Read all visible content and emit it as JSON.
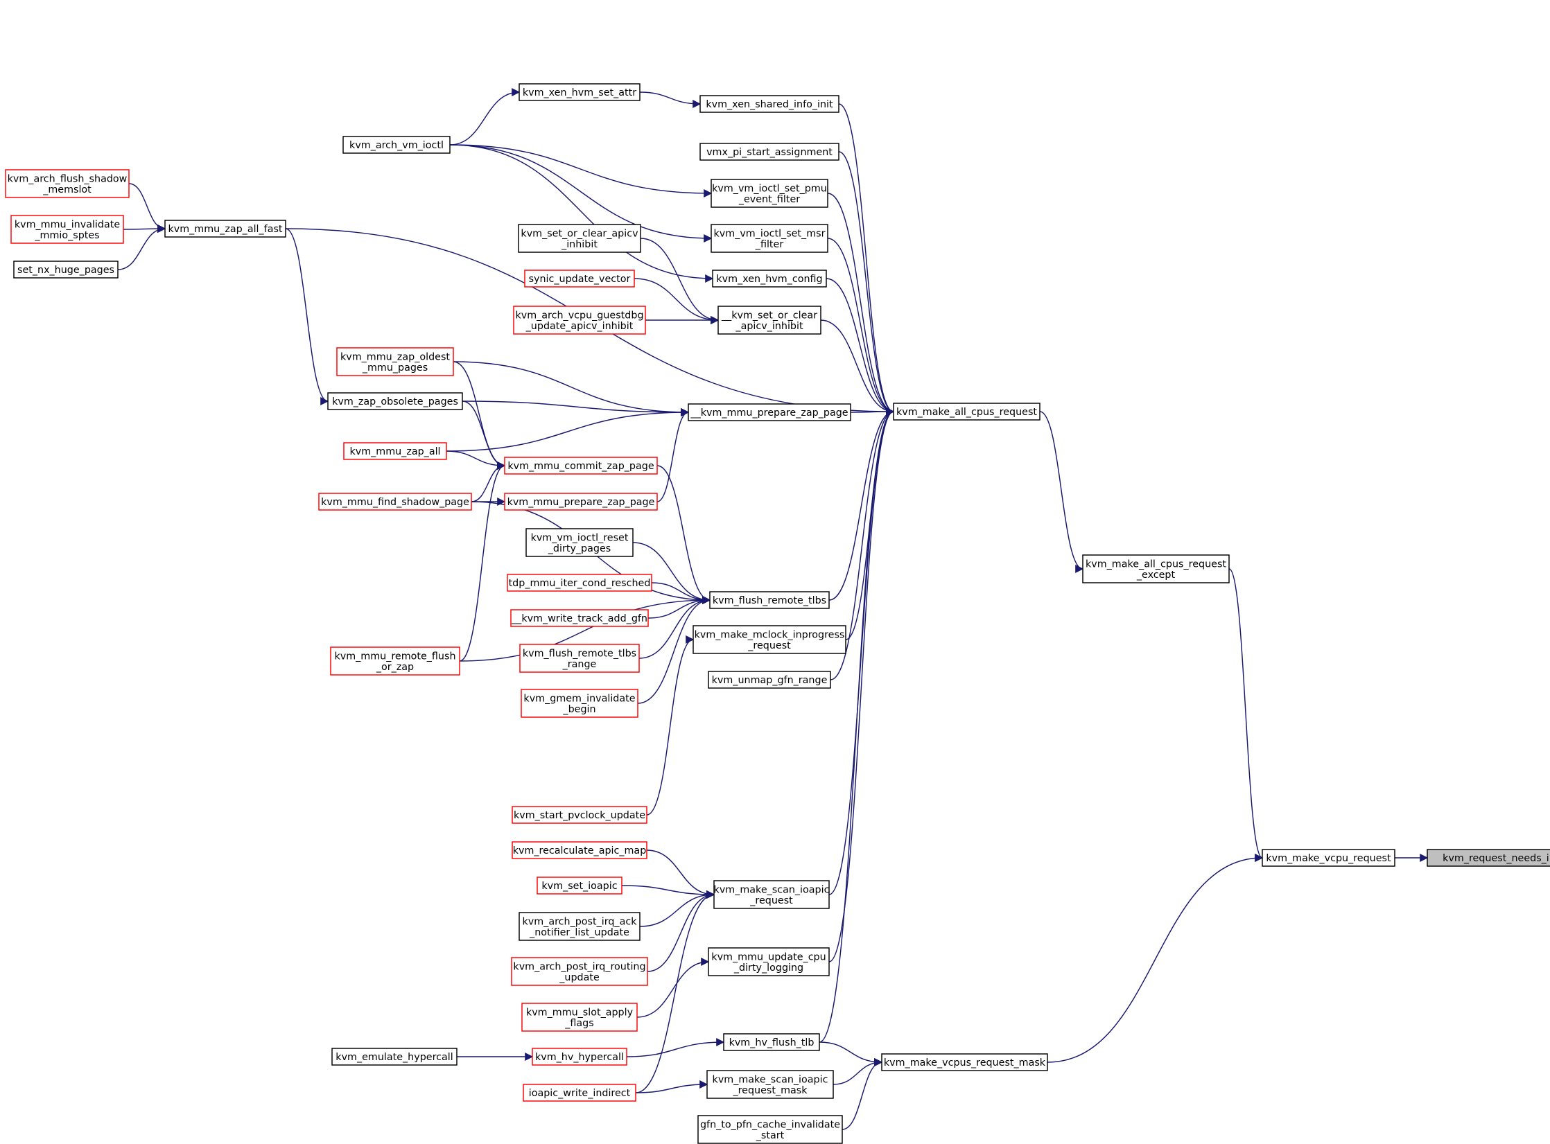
{
  "colors": {
    "edge": "#191970",
    "black_border": "#000000",
    "red_border": "#ff0000",
    "focus_fill": "#bfbfbf",
    "node_fill": "#ffffff"
  },
  "nodes": [
    {
      "id": "n_request_needs_ipi",
      "lines": [
        "kvm_request_needs_ipi"
      ],
      "border": "black",
      "focus": true
    },
    {
      "id": "n_make_vcpu_request",
      "lines": [
        "kvm_make_vcpu_request"
      ],
      "border": "black"
    },
    {
      "id": "n_make_all_cpus_request_except",
      "lines": [
        "kvm_make_all_cpus_request",
        "_except"
      ],
      "border": "black"
    },
    {
      "id": "n_make_vcpus_request_mask",
      "lines": [
        "kvm_make_vcpus_request_mask"
      ],
      "border": "black"
    },
    {
      "id": "n_make_all_cpus_request",
      "lines": [
        "kvm_make_all_cpus_request"
      ],
      "border": "black"
    },
    {
      "id": "n_xen_shared_info_init",
      "lines": [
        "kvm_xen_shared_info_init"
      ],
      "border": "black"
    },
    {
      "id": "n_xen_hvm_set_attr",
      "lines": [
        "kvm_xen_hvm_set_attr"
      ],
      "border": "black"
    },
    {
      "id": "n_arch_vm_ioctl",
      "lines": [
        "kvm_arch_vm_ioctl"
      ],
      "border": "black"
    },
    {
      "id": "n_vmx_pi_start_assignment",
      "lines": [
        "vmx_pi_start_assignment"
      ],
      "border": "black"
    },
    {
      "id": "n_vm_ioctl_set_pmu_event_filter",
      "lines": [
        "kvm_vm_ioctl_set_pmu",
        "_event_filter"
      ],
      "border": "black"
    },
    {
      "id": "n_vm_ioctl_set_msr_filter",
      "lines": [
        "kvm_vm_ioctl_set_msr",
        "_filter"
      ],
      "border": "black"
    },
    {
      "id": "n_xen_hvm_config",
      "lines": [
        "kvm_xen_hvm_config"
      ],
      "border": "black"
    },
    {
      "id": "n_set_or_clear_apicv_inhibit_u",
      "lines": [
        "__kvm_set_or_clear",
        "_apicv_inhibit"
      ],
      "border": "black"
    },
    {
      "id": "n_set_or_clear_apicv_inhibit",
      "lines": [
        "kvm_set_or_clear_apicv",
        "_inhibit"
      ],
      "border": "black"
    },
    {
      "id": "n_synic_update_vector",
      "lines": [
        "synic_update_vector"
      ],
      "border": "red"
    },
    {
      "id": "n_arch_vcpu_guestdbg",
      "lines": [
        "kvm_arch_vcpu_guestdbg",
        "_update_apicv_inhibit"
      ],
      "border": "red"
    },
    {
      "id": "n_mmu_prepare_zap_page_u",
      "lines": [
        "__kvm_mmu_prepare_zap_page"
      ],
      "border": "black"
    },
    {
      "id": "n_mmu_zap_oldest_mmu_pages",
      "lines": [
        "kvm_mmu_zap_oldest",
        "_mmu_pages"
      ],
      "border": "red"
    },
    {
      "id": "n_zap_obsolete_pages",
      "lines": [
        "kvm_zap_obsolete_pages"
      ],
      "border": "black"
    },
    {
      "id": "n_mmu_zap_all",
      "lines": [
        "kvm_mmu_zap_all"
      ],
      "border": "red"
    },
    {
      "id": "n_mmu_commit_zap_page",
      "lines": [
        "kvm_mmu_commit_zap_page"
      ],
      "border": "red"
    },
    {
      "id": "n_mmu_find_shadow_page",
      "lines": [
        "kvm_mmu_find_shadow_page"
      ],
      "border": "red"
    },
    {
      "id": "n_mmu_prepare_zap_page",
      "lines": [
        "kvm_mmu_prepare_zap_page"
      ],
      "border": "red"
    },
    {
      "id": "n_mmu_zap_all_fast",
      "lines": [
        "kvm_mmu_zap_all_fast"
      ],
      "border": "black"
    },
    {
      "id": "n_arch_flush_shadow_memslot",
      "lines": [
        "kvm_arch_flush_shadow",
        "_memslot"
      ],
      "border": "red"
    },
    {
      "id": "n_mmu_invalidate_mmio_sptes",
      "lines": [
        "kvm_mmu_invalidate",
        "_mmio_sptes"
      ],
      "border": "red"
    },
    {
      "id": "n_set_nx_huge_pages",
      "lines": [
        "set_nx_huge_pages"
      ],
      "border": "black"
    },
    {
      "id": "n_flush_remote_tlbs",
      "lines": [
        "kvm_flush_remote_tlbs"
      ],
      "border": "black"
    },
    {
      "id": "n_vm_ioctl_reset_dirty_pages",
      "lines": [
        "kvm_vm_ioctl_reset",
        "_dirty_pages"
      ],
      "border": "black"
    },
    {
      "id": "n_tdp_mmu_iter_cond_resched",
      "lines": [
        "tdp_mmu_iter_cond_resched"
      ],
      "border": "red"
    },
    {
      "id": "n_write_track_add_gfn",
      "lines": [
        "__kvm_write_track_add_gfn"
      ],
      "border": "red"
    },
    {
      "id": "n_flush_remote_tlbs_range",
      "lines": [
        "kvm_flush_remote_tlbs",
        "_range"
      ],
      "border": "red"
    },
    {
      "id": "n_gmem_invalidate_begin",
      "lines": [
        "kvm_gmem_invalidate",
        "_begin"
      ],
      "border": "red"
    },
    {
      "id": "n_mmu_remote_flush_or_zap",
      "lines": [
        "kvm_mmu_remote_flush",
        "_or_zap"
      ],
      "border": "red"
    },
    {
      "id": "n_make_mclock_inprogress_request",
      "lines": [
        "kvm_make_mclock_inprogress",
        "_request"
      ],
      "border": "black"
    },
    {
      "id": "n_unmap_gfn_range",
      "lines": [
        "kvm_unmap_gfn_range"
      ],
      "border": "black"
    },
    {
      "id": "n_start_pvclock_update",
      "lines": [
        "kvm_start_pvclock_update"
      ],
      "border": "red"
    },
    {
      "id": "n_make_scan_ioapic_request",
      "lines": [
        "kvm_make_scan_ioapic",
        "_request"
      ],
      "border": "black"
    },
    {
      "id": "n_recalculate_apic_map",
      "lines": [
        "kvm_recalculate_apic_map"
      ],
      "border": "red"
    },
    {
      "id": "n_set_ioapic",
      "lines": [
        "kvm_set_ioapic"
      ],
      "border": "red"
    },
    {
      "id": "n_arch_post_irq_ack",
      "lines": [
        "kvm_arch_post_irq_ack",
        "_notifier_list_update"
      ],
      "border": "black"
    },
    {
      "id": "n_arch_post_irq_routing",
      "lines": [
        "kvm_arch_post_irq_routing",
        "_update"
      ],
      "border": "red"
    },
    {
      "id": "n_mmu_update_cpu_dirty_logging",
      "lines": [
        "kvm_mmu_update_cpu",
        "_dirty_logging"
      ],
      "border": "black"
    },
    {
      "id": "n_mmu_slot_apply_flags",
      "lines": [
        "kvm_mmu_slot_apply",
        "_flags"
      ],
      "border": "red"
    },
    {
      "id": "n_hv_flush_tlb",
      "lines": [
        "kvm_hv_flush_tlb"
      ],
      "border": "black"
    },
    {
      "id": "n_hv_hypercall",
      "lines": [
        "kvm_hv_hypercall"
      ],
      "border": "red"
    },
    {
      "id": "n_emulate_hypercall",
      "lines": [
        "kvm_emulate_hypercall"
      ],
      "border": "black"
    },
    {
      "id": "n_make_scan_ioapic_request_mask",
      "lines": [
        "kvm_make_scan_ioapic",
        "_request_mask"
      ],
      "border": "black"
    },
    {
      "id": "n_ioapic_write_indirect",
      "lines": [
        "ioapic_write_indirect"
      ],
      "border": "red"
    },
    {
      "id": "n_gfn_to_pfn_cache_invalidate_start",
      "lines": [
        "gfn_to_pfn_cache_invalidate",
        "_start"
      ],
      "border": "black"
    }
  ],
  "edges": [
    {
      "from": "n_make_vcpu_request",
      "to": "n_request_needs_ipi"
    },
    {
      "from": "n_make_all_cpus_request_except",
      "to": "n_make_vcpu_request"
    },
    {
      "from": "n_make_vcpus_request_mask",
      "to": "n_make_vcpu_request"
    },
    {
      "from": "n_make_all_cpus_request",
      "to": "n_make_all_cpus_request_except"
    },
    {
      "from": "n_mmu_zap_all_fast",
      "to": "n_make_all_cpus_request"
    },
    {
      "from": "n_xen_shared_info_init",
      "to": "n_make_all_cpus_request"
    },
    {
      "from": "n_vmx_pi_start_assignment",
      "to": "n_make_all_cpus_request"
    },
    {
      "from": "n_vm_ioctl_set_pmu_event_filter",
      "to": "n_make_all_cpus_request"
    },
    {
      "from": "n_vm_ioctl_set_msr_filter",
      "to": "n_make_all_cpus_request"
    },
    {
      "from": "n_xen_hvm_config",
      "to": "n_make_all_cpus_request"
    },
    {
      "from": "n_set_or_clear_apicv_inhibit_u",
      "to": "n_make_all_cpus_request"
    },
    {
      "from": "n_mmu_prepare_zap_page_u",
      "to": "n_make_all_cpus_request"
    },
    {
      "from": "n_flush_remote_tlbs",
      "to": "n_make_all_cpus_request"
    },
    {
      "from": "n_make_mclock_inprogress_request",
      "to": "n_make_all_cpus_request"
    },
    {
      "from": "n_unmap_gfn_range",
      "to": "n_make_all_cpus_request"
    },
    {
      "from": "n_make_scan_ioapic_request",
      "to": "n_make_all_cpus_request"
    },
    {
      "from": "n_mmu_update_cpu_dirty_logging",
      "to": "n_make_all_cpus_request"
    },
    {
      "from": "n_hv_flush_tlb",
      "to": "n_make_all_cpus_request"
    },
    {
      "from": "n_xen_hvm_set_attr",
      "to": "n_xen_shared_info_init"
    },
    {
      "from": "n_arch_vm_ioctl",
      "to": "n_xen_hvm_set_attr"
    },
    {
      "from": "n_arch_vm_ioctl",
      "to": "n_vm_ioctl_set_pmu_event_filter"
    },
    {
      "from": "n_arch_vm_ioctl",
      "to": "n_vm_ioctl_set_msr_filter"
    },
    {
      "from": "n_arch_vm_ioctl",
      "to": "n_xen_hvm_config"
    },
    {
      "from": "n_set_or_clear_apicv_inhibit",
      "to": "n_set_or_clear_apicv_inhibit_u"
    },
    {
      "from": "n_synic_update_vector",
      "to": "n_set_or_clear_apicv_inhibit_u"
    },
    {
      "from": "n_arch_vcpu_guestdbg",
      "to": "n_set_or_clear_apicv_inhibit_u"
    },
    {
      "from": "n_mmu_zap_oldest_mmu_pages",
      "to": "n_mmu_prepare_zap_page_u"
    },
    {
      "from": "n_zap_obsolete_pages",
      "to": "n_mmu_prepare_zap_page_u"
    },
    {
      "from": "n_mmu_zap_all",
      "to": "n_mmu_prepare_zap_page_u"
    },
    {
      "from": "n_mmu_prepare_zap_page",
      "to": "n_mmu_prepare_zap_page_u"
    },
    {
      "from": "n_mmu_zap_all_fast",
      "to": "n_zap_obsolete_pages"
    },
    {
      "from": "n_arch_flush_shadow_memslot",
      "to": "n_mmu_zap_all_fast"
    },
    {
      "from": "n_mmu_invalidate_mmio_sptes",
      "to": "n_mmu_zap_all_fast"
    },
    {
      "from": "n_set_nx_huge_pages",
      "to": "n_mmu_zap_all_fast"
    },
    {
      "from": "n_mmu_zap_oldest_mmu_pages",
      "to": "n_mmu_commit_zap_page"
    },
    {
      "from": "n_zap_obsolete_pages",
      "to": "n_mmu_commit_zap_page"
    },
    {
      "from": "n_mmu_zap_all",
      "to": "n_mmu_commit_zap_page"
    },
    {
      "from": "n_mmu_find_shadow_page",
      "to": "n_mmu_commit_zap_page"
    },
    {
      "from": "n_mmu_remote_flush_or_zap",
      "to": "n_mmu_commit_zap_page"
    },
    {
      "from": "n_mmu_find_shadow_page",
      "to": "n_mmu_prepare_zap_page"
    },
    {
      "from": "n_mmu_commit_zap_page",
      "to": "n_flush_remote_tlbs"
    },
    {
      "from": "n_vm_ioctl_reset_dirty_pages",
      "to": "n_flush_remote_tlbs"
    },
    {
      "from": "n_tdp_mmu_iter_cond_resched",
      "to": "n_flush_remote_tlbs"
    },
    {
      "from": "n_write_track_add_gfn",
      "to": "n_flush_remote_tlbs"
    },
    {
      "from": "n_flush_remote_tlbs_range",
      "to": "n_flush_remote_tlbs"
    },
    {
      "from": "n_gmem_invalidate_begin",
      "to": "n_flush_remote_tlbs"
    },
    {
      "from": "n_mmu_find_shadow_page",
      "to": "n_flush_remote_tlbs"
    },
    {
      "from": "n_mmu_remote_flush_or_zap",
      "to": "n_flush_remote_tlbs"
    },
    {
      "from": "n_start_pvclock_update",
      "to": "n_make_mclock_inprogress_request"
    },
    {
      "from": "n_recalculate_apic_map",
      "to": "n_make_scan_ioapic_request"
    },
    {
      "from": "n_set_ioapic",
      "to": "n_make_scan_ioapic_request"
    },
    {
      "from": "n_arch_post_irq_ack",
      "to": "n_make_scan_ioapic_request"
    },
    {
      "from": "n_arch_post_irq_routing",
      "to": "n_make_scan_ioapic_request"
    },
    {
      "from": "n_ioapic_write_indirect",
      "to": "n_make_scan_ioapic_request"
    },
    {
      "from": "n_mmu_slot_apply_flags",
      "to": "n_mmu_update_cpu_dirty_logging"
    },
    {
      "from": "n_hv_hypercall",
      "to": "n_hv_flush_tlb"
    },
    {
      "from": "n_emulate_hypercall",
      "to": "n_hv_hypercall"
    },
    {
      "from": "n_hv_flush_tlb",
      "to": "n_make_vcpus_request_mask"
    },
    {
      "from": "n_make_scan_ioapic_request_mask",
      "to": "n_make_vcpus_request_mask"
    },
    {
      "from": "n_gfn_to_pfn_cache_invalidate_start",
      "to": "n_make_vcpus_request_mask"
    },
    {
      "from": "n_ioapic_write_indirect",
      "to": "n_make_scan_ioapic_request_mask"
    }
  ]
}
